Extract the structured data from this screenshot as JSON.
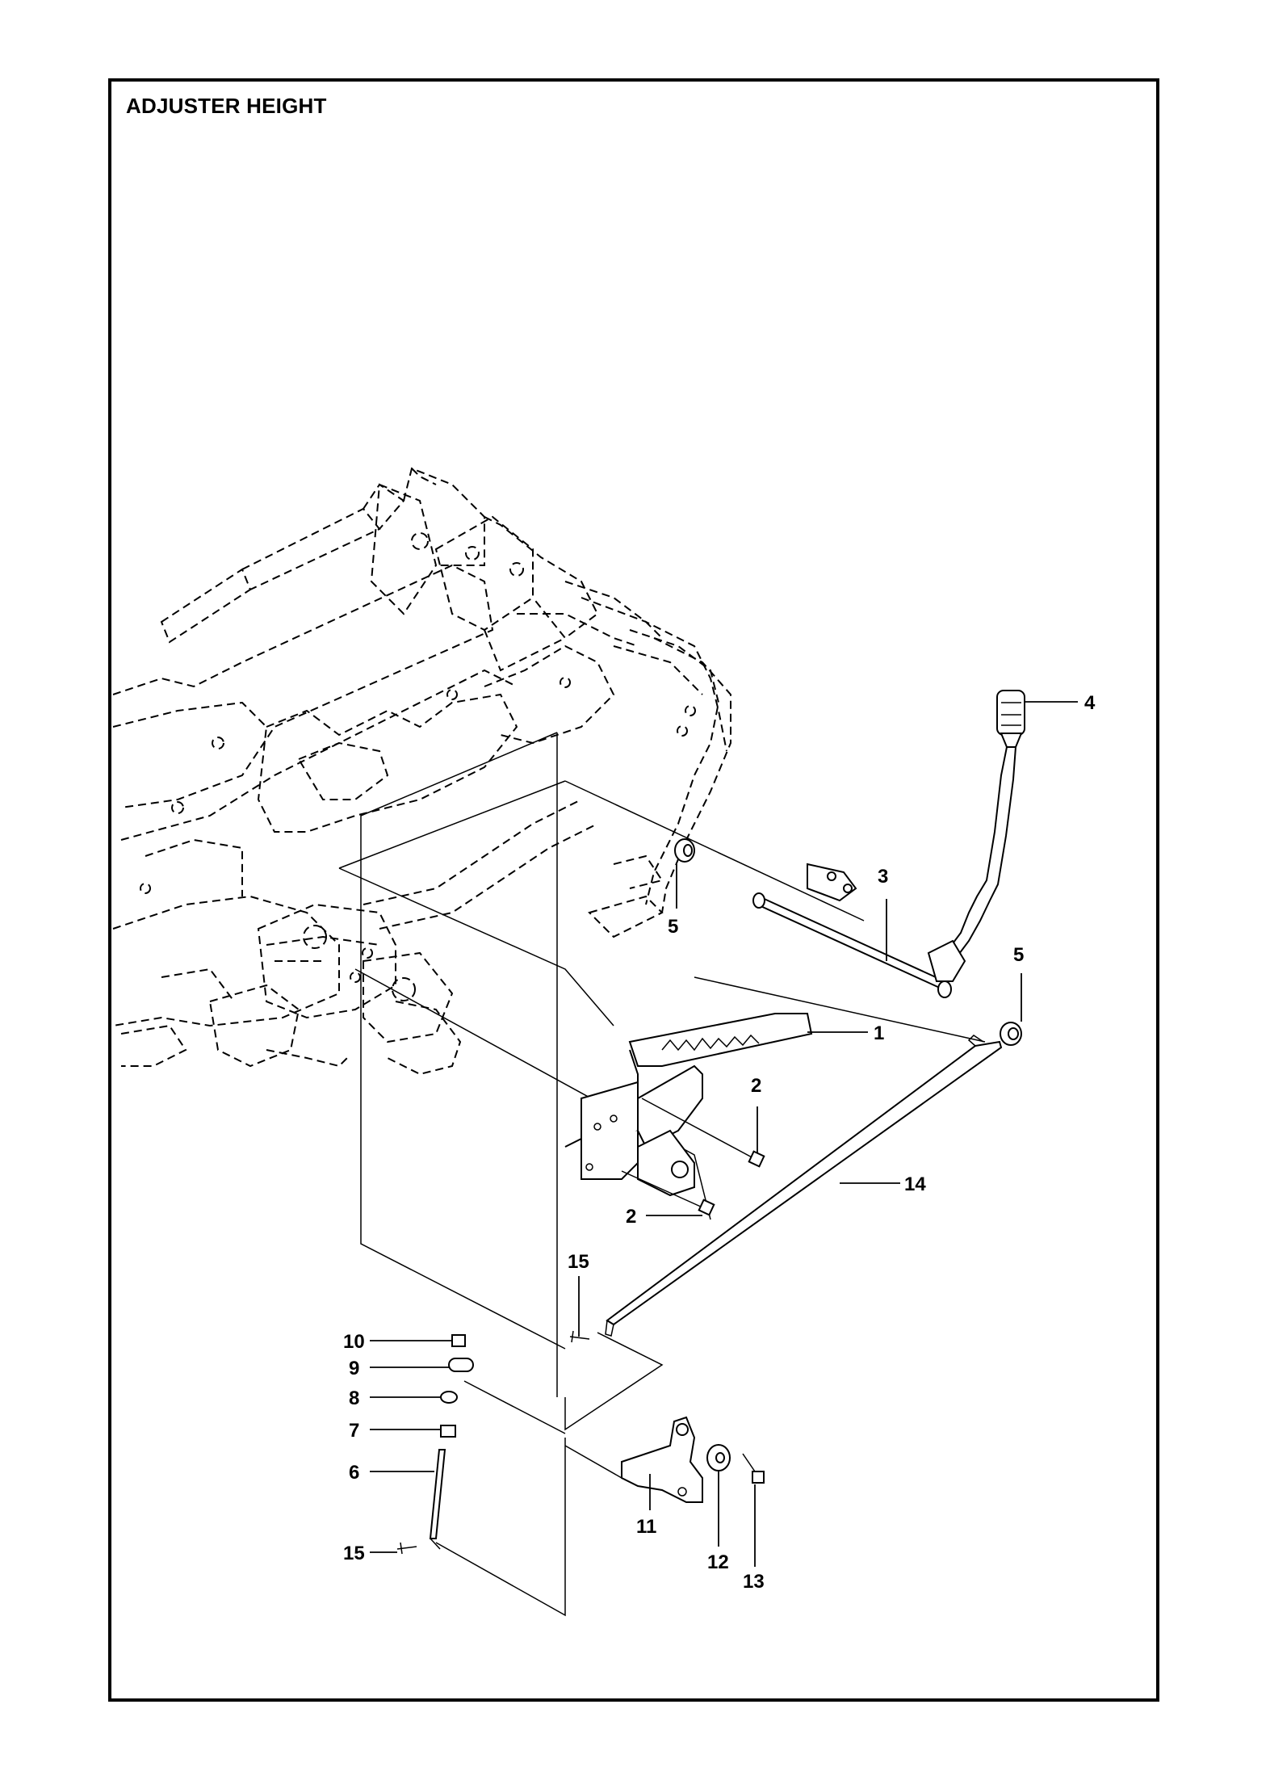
{
  "title": "ADJUSTER HEIGHT",
  "callouts": {
    "c1": "1",
    "c2a": "2",
    "c2b": "2",
    "c3": "3",
    "c4": "4",
    "c5a": "5",
    "c5b": "5",
    "c6": "6",
    "c7": "7",
    "c8": "8",
    "c9": "9",
    "c10": "10",
    "c11": "11",
    "c12": "12",
    "c13": "13",
    "c14": "14",
    "c15a": "15",
    "c15b": "15"
  }
}
